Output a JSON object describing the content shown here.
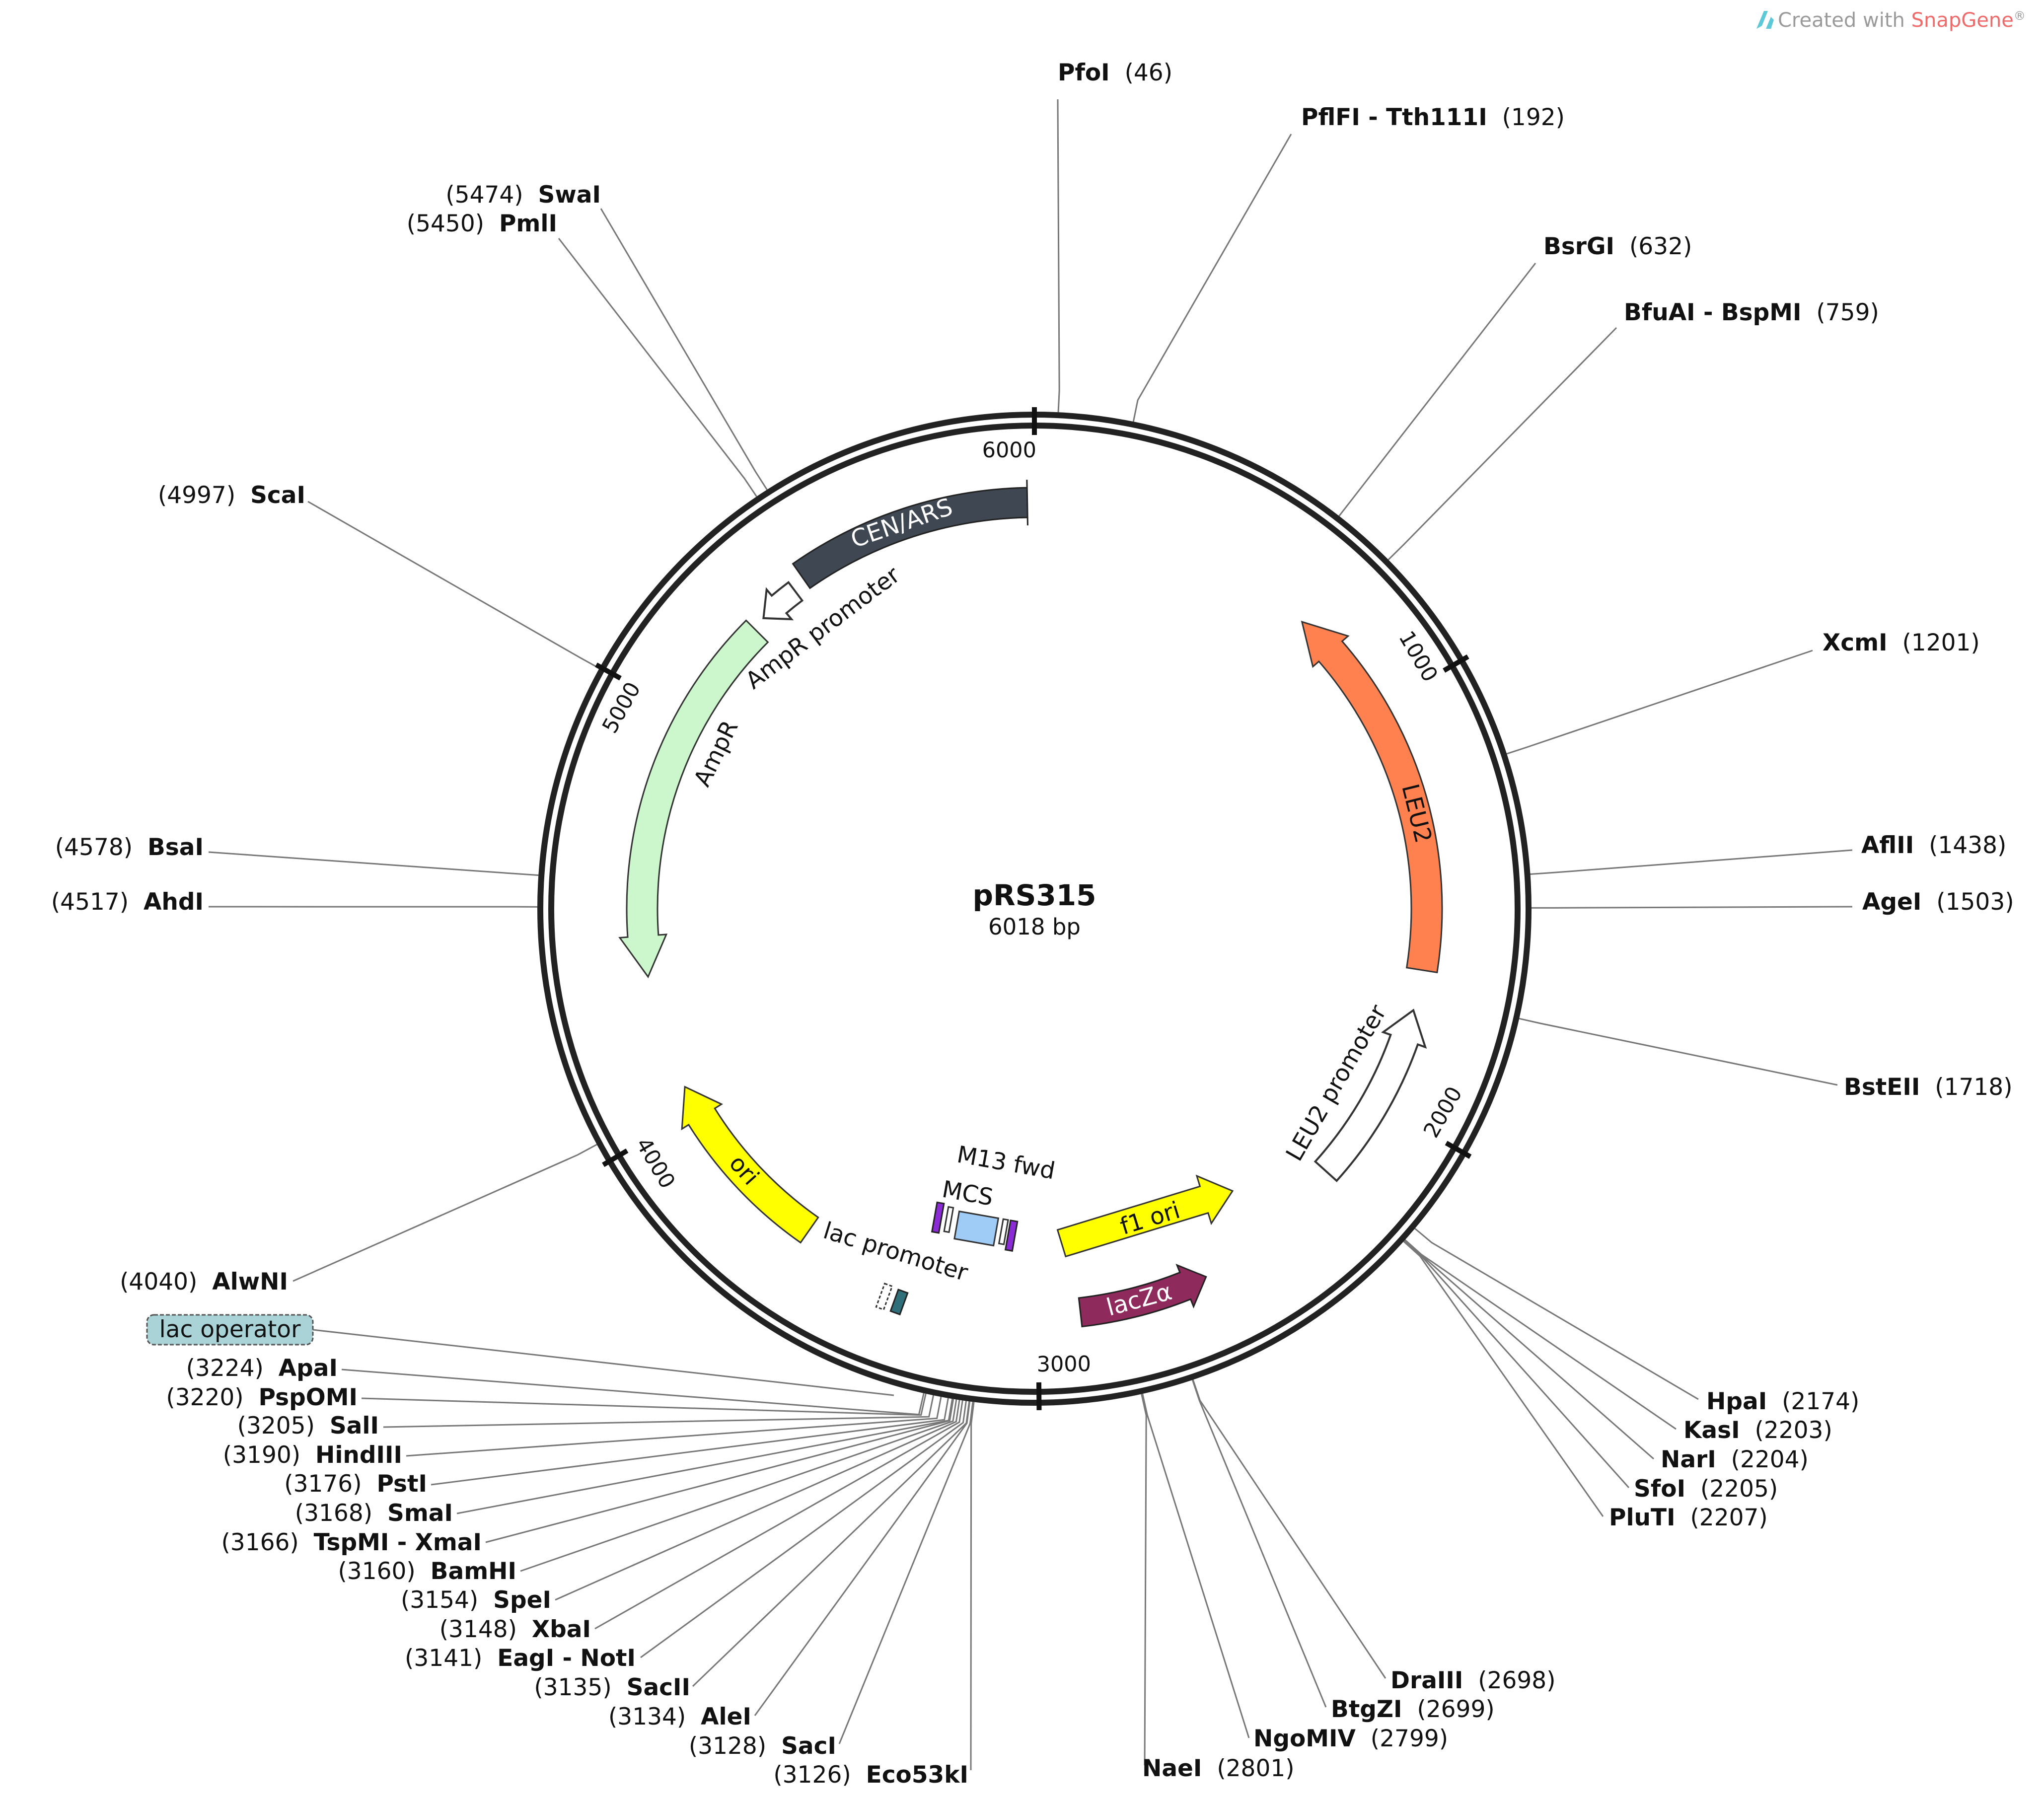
{
  "watermark": {
    "prefix": "Created with ",
    "brand": "SnapGene",
    "suffix": "®"
  },
  "plasmid": {
    "name": "pRS315",
    "size_label": "6018 bp",
    "length": 6018
  },
  "ticks": [
    {
      "pos": 0,
      "label": "6000"
    },
    {
      "pos": 1000,
      "label": "1000"
    },
    {
      "pos": 2000,
      "label": "2000"
    },
    {
      "pos": 3000,
      "label": "3000"
    },
    {
      "pos": 4000,
      "label": "4000"
    },
    {
      "pos": 5000,
      "label": "5000"
    }
  ],
  "features": [
    {
      "id": "cen-ars",
      "label": "CEN/ARS",
      "color": "#3f4852",
      "text_color": "#ffffff"
    },
    {
      "id": "ampr-promoter",
      "label": "AmpR promoter",
      "color": "#ffffff"
    },
    {
      "id": "ampr",
      "label": "AmpR",
      "color": "#ccf7cc"
    },
    {
      "id": "leu2",
      "label": "LEU2",
      "color": "#ff8150"
    },
    {
      "id": "leu2-promoter",
      "label": "LEU2 promoter",
      "color": "#ffffff"
    },
    {
      "id": "ori",
      "label": "ori",
      "color": "#ffff00"
    },
    {
      "id": "f1-ori",
      "label": "f1 ori",
      "color": "#ffff00"
    },
    {
      "id": "lacza",
      "label": "lacZα",
      "color": "#8e2a5c",
      "text_color": "#ffffff"
    },
    {
      "id": "lac-promoter",
      "label": "lac promoter"
    },
    {
      "id": "m13-fwd",
      "label": "M13 fwd"
    },
    {
      "id": "mcs",
      "label": "MCS",
      "color": "#9fcbf7"
    },
    {
      "id": "lac-operator",
      "label": "lac operator",
      "color": "#a9d3d6"
    }
  ],
  "sites": [
    {
      "pos": 46,
      "name": "PfoI",
      "num": "(46)"
    },
    {
      "pos": 192,
      "name": "PflFI - Tth111I",
      "num": "(192)"
    },
    {
      "pos": 632,
      "name": "BsrGI",
      "num": "(632)"
    },
    {
      "pos": 759,
      "name": "BfuAI - BspMI",
      "num": "(759)"
    },
    {
      "pos": 1201,
      "name": "XcmI",
      "num": "(1201)"
    },
    {
      "pos": 1438,
      "name": "AflII",
      "num": "(1438)"
    },
    {
      "pos": 1503,
      "name": "AgeI",
      "num": "(1503)"
    },
    {
      "pos": 1718,
      "name": "BstEII",
      "num": "(1718)"
    },
    {
      "pos": 2174,
      "name": "HpaI",
      "num": "(2174)"
    },
    {
      "pos": 2203,
      "name": "KasI",
      "num": "(2203)"
    },
    {
      "pos": 2204,
      "name": "NarI",
      "num": "(2204)"
    },
    {
      "pos": 2205,
      "name": "SfoI",
      "num": "(2205)"
    },
    {
      "pos": 2207,
      "name": "PluTI",
      "num": "(2207)"
    },
    {
      "pos": 2698,
      "name": "DraIII",
      "num": "(2698)"
    },
    {
      "pos": 2699,
      "name": "BtgZI",
      "num": "(2699)"
    },
    {
      "pos": 2799,
      "name": "NgoMIV",
      "num": "(2799)"
    },
    {
      "pos": 2801,
      "name": "NaeI",
      "num": "(2801)"
    },
    {
      "pos": 3126,
      "name": "Eco53kI",
      "num": "(3126)"
    },
    {
      "pos": 3128,
      "name": "SacI",
      "num": "(3128)"
    },
    {
      "pos": 3134,
      "name": "AleI",
      "num": "(3134)"
    },
    {
      "pos": 3135,
      "name": "SacII",
      "num": "(3135)"
    },
    {
      "pos": 3141,
      "name": "EagI - NotI",
      "num": "(3141)"
    },
    {
      "pos": 3148,
      "name": "XbaI",
      "num": "(3148)"
    },
    {
      "pos": 3154,
      "name": "SpeI",
      "num": "(3154)"
    },
    {
      "pos": 3160,
      "name": "BamHI",
      "num": "(3160)"
    },
    {
      "pos": 3166,
      "name": "TspMI - XmaI",
      "num": "(3166)"
    },
    {
      "pos": 3168,
      "name": "SmaI",
      "num": "(3168)"
    },
    {
      "pos": 3176,
      "name": "PstI",
      "num": "(3176)"
    },
    {
      "pos": 3190,
      "name": "HindIII",
      "num": "(3190)"
    },
    {
      "pos": 3205,
      "name": "SalI",
      "num": "(3205)"
    },
    {
      "pos": 3220,
      "name": "PspOMI",
      "num": "(3220)"
    },
    {
      "pos": 3224,
      "name": "ApaI",
      "num": "(3224)"
    },
    {
      "pos": 4040,
      "name": "AlwNI",
      "num": "(4040)"
    },
    {
      "pos": 4517,
      "name": "AhdI",
      "num": "(4517)"
    },
    {
      "pos": 4578,
      "name": "BsaI",
      "num": "(4578)"
    },
    {
      "pos": 4997,
      "name": "ScaI",
      "num": "(4997)"
    },
    {
      "pos": 5450,
      "name": "PmlI",
      "num": "(5450)"
    },
    {
      "pos": 5474,
      "name": "SwaI",
      "num": "(5474)"
    }
  ]
}
